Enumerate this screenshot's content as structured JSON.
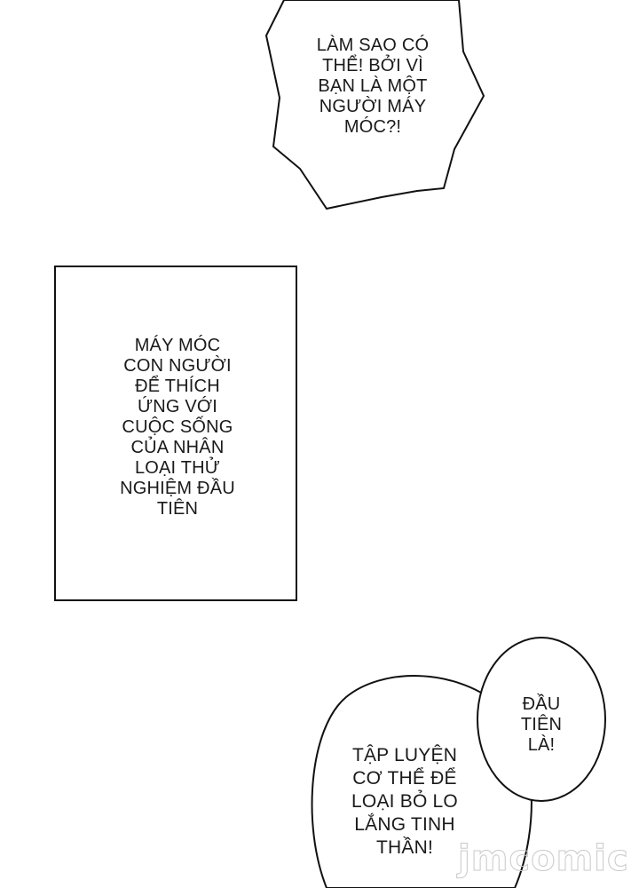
{
  "panels": {
    "top_bubble": {
      "lines": [
        "LÀM SAO CÓ",
        "THỂ! BỞI VÌ",
        "BẠN LÀ MỘT",
        "NGƯỜI MÁY",
        "MÓC?!"
      ]
    },
    "narration_box": {
      "lines": [
        "MÁY MÓC",
        "CON NGƯỜI",
        "ĐỂ THÍCH",
        "ỨNG VỚI",
        "CUỘC SỐNG",
        "CỦA NHÂN",
        "LOẠI THỬ",
        "NGHIỆM ĐẦU",
        "TIÊN"
      ]
    },
    "small_bubble": {
      "lines": [
        "ĐẦU",
        "TIÊN",
        "LÀ!"
      ]
    },
    "large_bubble": {
      "lines": [
        "TẬP LUYỆN",
        "CƠ THỂ ĐỂ",
        "LOẠI BỎ LO",
        "LẮNG TINH",
        "THẦN!"
      ]
    }
  },
  "watermark": {
    "text": "jmcomic"
  },
  "colors": {
    "background": "#ffffff",
    "ink": "#111111",
    "watermark": "#c9c9c9"
  }
}
